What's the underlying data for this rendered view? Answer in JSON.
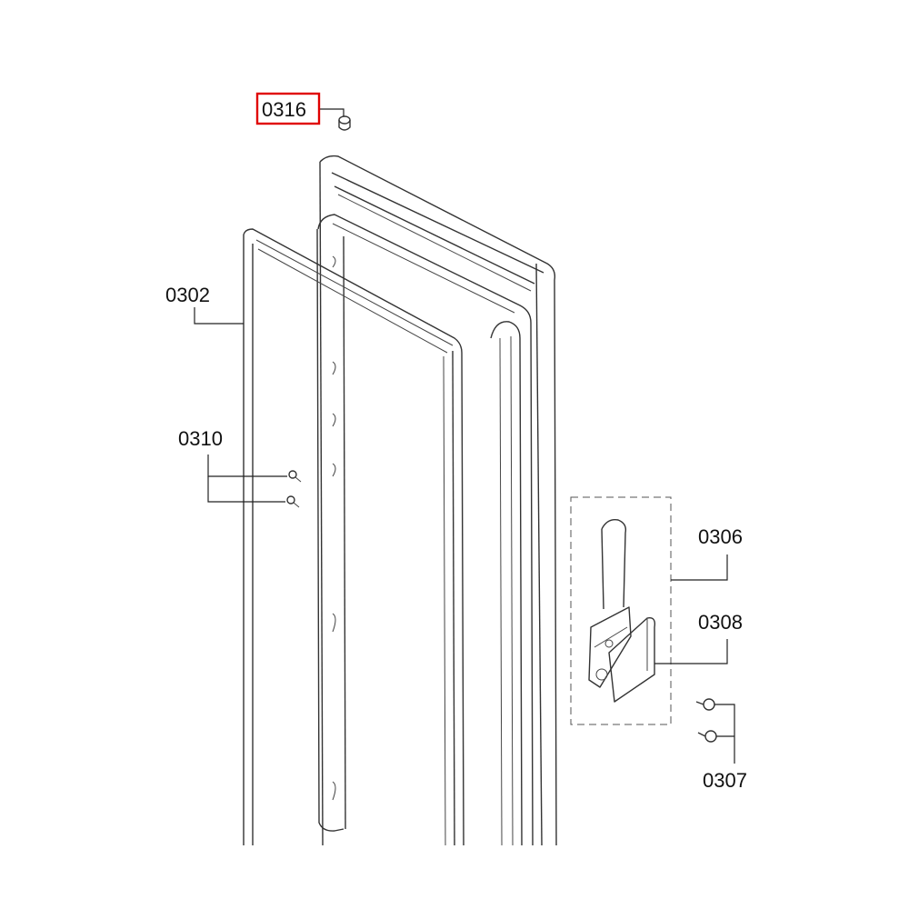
{
  "labels": {
    "p0316": "0316",
    "p0302": "0302",
    "p0310": "0310",
    "p0306": "0306",
    "p0308": "0308",
    "p0307": "0307"
  },
  "highlighted_part": "0316",
  "colors": {
    "highlight": "#e00000",
    "line": "#222222",
    "background": "#ffffff"
  }
}
